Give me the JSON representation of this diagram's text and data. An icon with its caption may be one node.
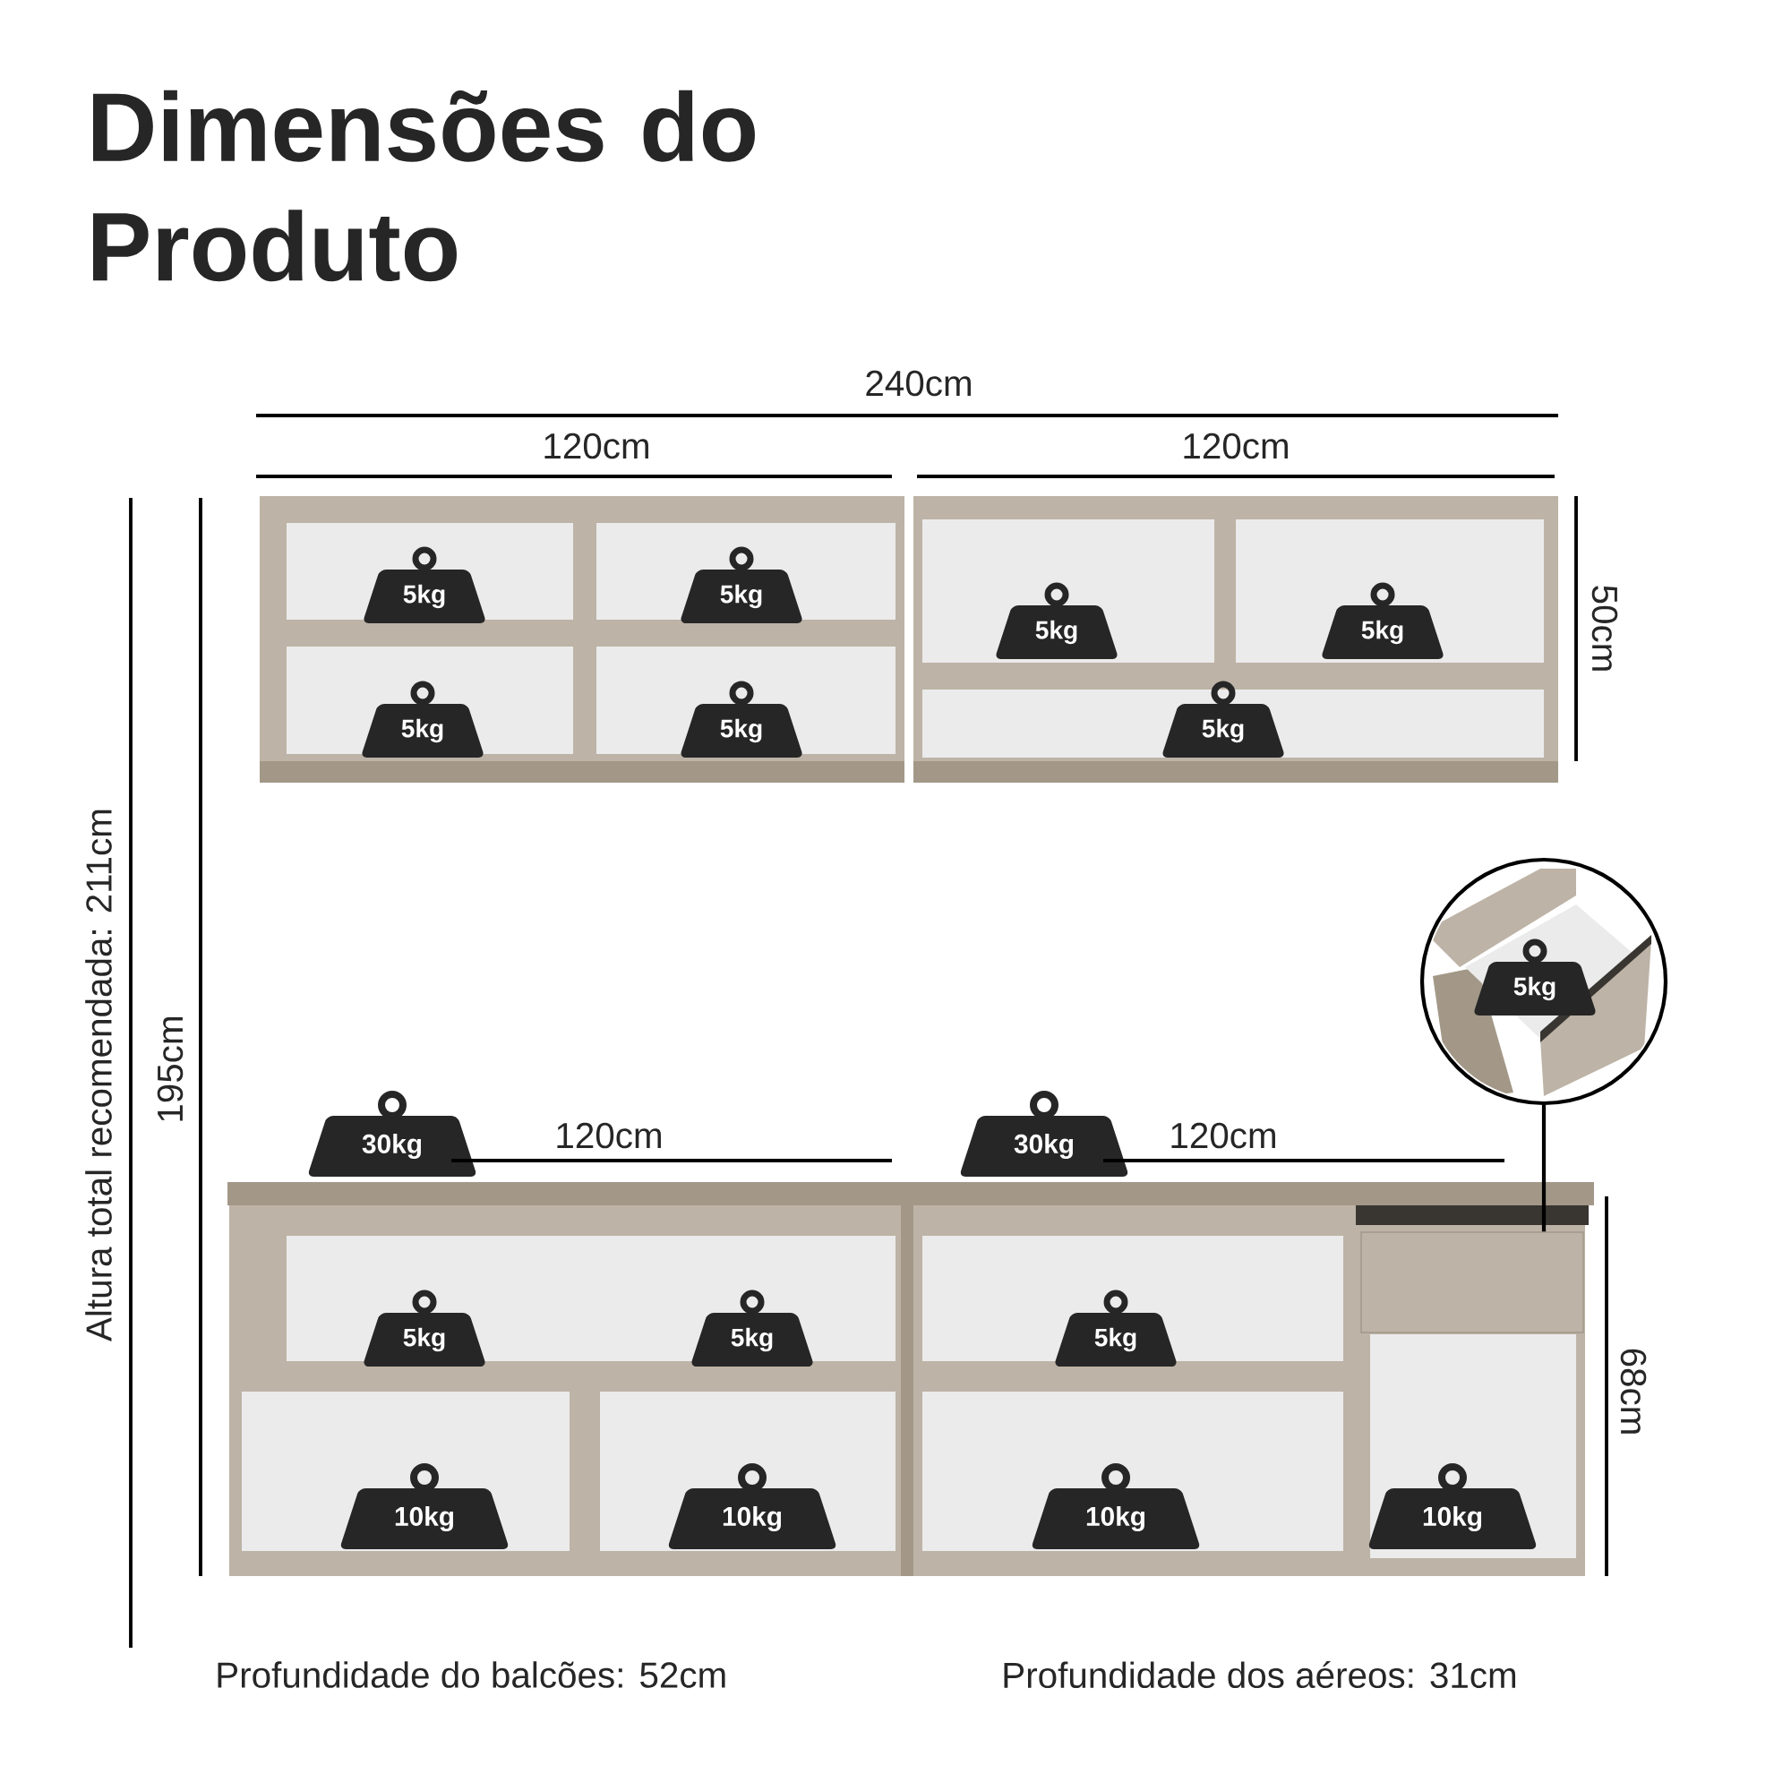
{
  "diagram": {
    "title": "Dimensões do Produto",
    "nodes": [
      {
        "text": [
          "5kg"
        ]
      },
      {
        "text": [
          "5kg"
        ]
      },
      {
        "text": [
          "5kg"
        ]
      },
      {
        "text": [
          "5kg"
        ]
      },
      {
        "text": [
          "5kg"
        ]
      },
      {
        "text": [
          "5kg"
        ]
      },
      {
        "text": [
          "5kg"
        ]
      },
      {
        "text": [],
        "shape": "picture"
      },
      {
        "text": [
          "5kg"
        ],
        "in": 7
      },
      {
        "text": [
          "30kg"
        ]
      },
      {
        "text": [
          "30kg"
        ]
      },
      {
        "text": [
          "5kg"
        ]
      },
      {
        "text": [
          "5kg"
        ]
      },
      {
        "text": [
          "5kg"
        ]
      },
      {
        "text": [
          "10kg"
        ]
      },
      {
        "text": [
          "10kg"
        ]
      },
      {
        "text": [
          "10kg"
        ]
      },
      {
        "text": [
          "10kg"
        ]
      },
      {
        "text": [],
        "shape": "box"
      }
    ],
    "edges": [
      {
        "from": 7,
        "to": 18,
        "arrow": "none"
      }
    ],
    "labels": [
      "240cm",
      "120cm",
      "120cm",
      "50cm",
      "Altura total recomendada: 211cm",
      "195cm",
      "120cm",
      "120cm",
      "68cm",
      "Profundidade do balcões: 52cm",
      "Profundidade dos aéreos: 31cm"
    ]
  }
}
